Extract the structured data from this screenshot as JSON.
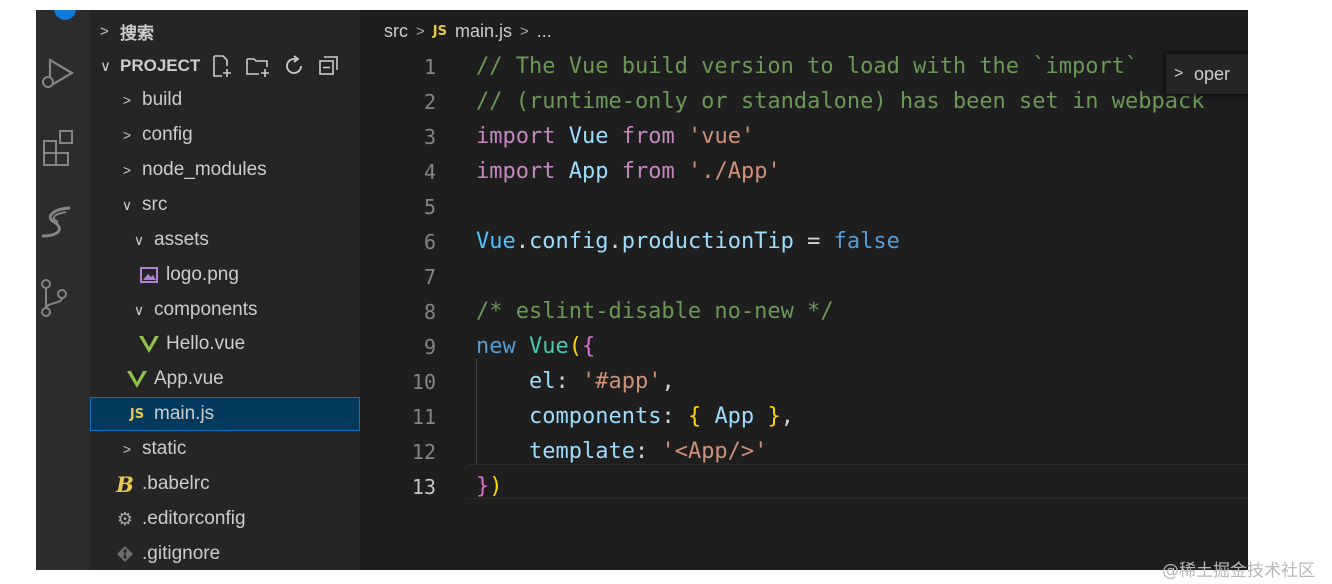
{
  "sidebar": {
    "search_label": "搜索",
    "project_label": "PROJECT",
    "items": [
      {
        "label": "build",
        "chevron": ">",
        "icon": ""
      },
      {
        "label": "config",
        "chevron": ">",
        "icon": ""
      },
      {
        "label": "node_modules",
        "chevron": ">",
        "icon": ""
      },
      {
        "label": "src",
        "chevron": "∨",
        "icon": ""
      },
      {
        "label": "assets",
        "chevron": "∨",
        "icon": ""
      },
      {
        "label": "logo.png",
        "chevron": "",
        "icon": "image-icon"
      },
      {
        "label": "components",
        "chevron": "∨",
        "icon": ""
      },
      {
        "label": "Hello.vue",
        "chevron": "",
        "icon": "vue-icon"
      },
      {
        "label": "App.vue",
        "chevron": "",
        "icon": "vue-icon"
      },
      {
        "label": "main.js",
        "chevron": "",
        "icon": "js-icon",
        "selected": true
      },
      {
        "label": "static",
        "chevron": ">",
        "icon": ""
      },
      {
        "label": ".babelrc",
        "chevron": "",
        "icon": "babel-icon"
      },
      {
        "label": ".editorconfig",
        "chevron": "",
        "icon": "gear-icon"
      },
      {
        "label": ".gitignore",
        "chevron": "",
        "icon": "git-icon"
      }
    ]
  },
  "breadcrumb": {
    "folder": "src",
    "file_badge": "JS",
    "file": "main.js",
    "more": "..."
  },
  "find_widget": {
    "text": "oper"
  },
  "code": {
    "active_line": 13,
    "lines": [
      {
        "n": "1",
        "tokens": [
          {
            "t": "// The Vue build version to load with the `import`",
            "c": "t-comment"
          }
        ]
      },
      {
        "n": "2",
        "tokens": [
          {
            "t": "// (runtime-only or standalone) has been set in webpack",
            "c": "t-comment"
          }
        ]
      },
      {
        "n": "3",
        "tokens": [
          {
            "t": "import",
            "c": "t-kw"
          },
          {
            "t": " ",
            "c": "t-op"
          },
          {
            "t": "Vue",
            "c": "t-ident"
          },
          {
            "t": " ",
            "c": "t-op"
          },
          {
            "t": "from",
            "c": "t-kw"
          },
          {
            "t": " ",
            "c": "t-op"
          },
          {
            "t": "'vue'",
            "c": "t-str"
          }
        ]
      },
      {
        "n": "4",
        "tokens": [
          {
            "t": "import",
            "c": "t-kw"
          },
          {
            "t": " ",
            "c": "t-op"
          },
          {
            "t": "App",
            "c": "t-ident"
          },
          {
            "t": " ",
            "c": "t-op"
          },
          {
            "t": "from",
            "c": "t-kw"
          },
          {
            "t": " ",
            "c": "t-op"
          },
          {
            "t": "'./App'",
            "c": "t-str"
          }
        ]
      },
      {
        "n": "5",
        "tokens": []
      },
      {
        "n": "6",
        "tokens": [
          {
            "t": "Vue",
            "c": "t-var"
          },
          {
            "t": ".",
            "c": "t-op"
          },
          {
            "t": "config",
            "c": "t-ident"
          },
          {
            "t": ".",
            "c": "t-op"
          },
          {
            "t": "productionTip",
            "c": "t-ident"
          },
          {
            "t": " = ",
            "c": "t-op"
          },
          {
            "t": "false",
            "c": "t-bool"
          }
        ]
      },
      {
        "n": "7",
        "tokens": []
      },
      {
        "n": "8",
        "tokens": [
          {
            "t": "/* eslint-disable no-new */",
            "c": "t-comment"
          }
        ]
      },
      {
        "n": "9",
        "tokens": [
          {
            "t": "new",
            "c": "t-bool"
          },
          {
            "t": " ",
            "c": "t-op"
          },
          {
            "t": "Vue",
            "c": "t-fn"
          },
          {
            "t": "(",
            "c": "t-brace"
          },
          {
            "t": "{",
            "c": "t-brace2"
          }
        ]
      },
      {
        "n": "10",
        "tokens": [
          {
            "t": "    ",
            "c": "t-op"
          },
          {
            "t": "el",
            "c": "t-ident"
          },
          {
            "t": ": ",
            "c": "t-op"
          },
          {
            "t": "'#app'",
            "c": "t-str"
          },
          {
            "t": ",",
            "c": "t-op"
          }
        ]
      },
      {
        "n": "11",
        "tokens": [
          {
            "t": "    ",
            "c": "t-op"
          },
          {
            "t": "components",
            "c": "t-ident"
          },
          {
            "t": ": ",
            "c": "t-op"
          },
          {
            "t": "{",
            "c": "t-brace"
          },
          {
            "t": " ",
            "c": "t-op"
          },
          {
            "t": "App",
            "c": "t-ident"
          },
          {
            "t": " ",
            "c": "t-op"
          },
          {
            "t": "}",
            "c": "t-brace"
          },
          {
            "t": ",",
            "c": "t-op"
          }
        ]
      },
      {
        "n": "12",
        "tokens": [
          {
            "t": "    ",
            "c": "t-op"
          },
          {
            "t": "template",
            "c": "t-ident"
          },
          {
            "t": ": ",
            "c": "t-op"
          },
          {
            "t": "'<App/>'",
            "c": "t-str"
          }
        ]
      },
      {
        "n": "13",
        "tokens": [
          {
            "t": "}",
            "c": "t-brace2"
          },
          {
            "t": ")",
            "c": "t-brace"
          }
        ]
      }
    ]
  },
  "watermark": "@稀土掘金技术社区",
  "colors": {
    "editor_bg": "#1e1e1e",
    "sidebar_bg": "#252526",
    "activity_bg": "#2c2c2c",
    "selection_bg": "#04395e",
    "accent": "#0e7bd8"
  }
}
